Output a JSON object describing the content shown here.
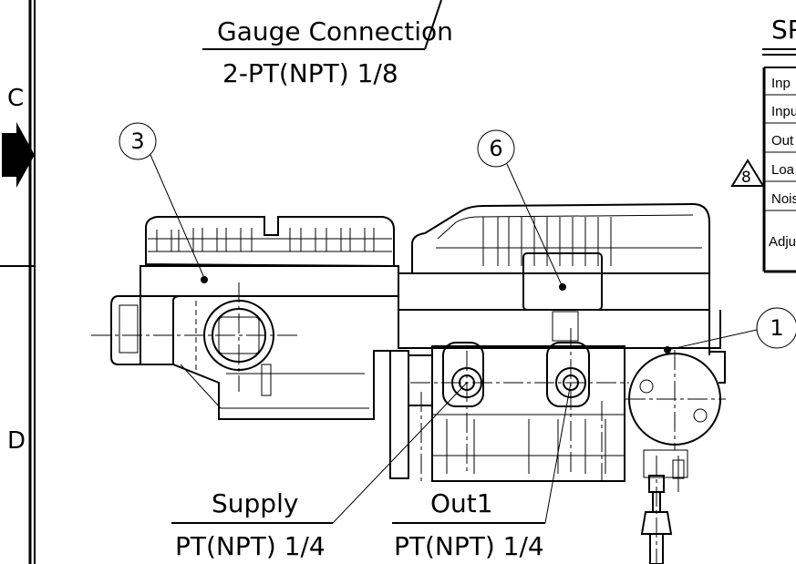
{
  "border": {
    "zone_c": "C",
    "zone_d": "D"
  },
  "annotations": {
    "gauge": {
      "title": "Gauge Connection",
      "spec": "2-PT(NPT) 1/8"
    },
    "supply": {
      "title": "Supply",
      "spec": "PT(NPT) 1/4"
    },
    "out1": {
      "title": "Out1",
      "spec": "PT(NPT) 1/4"
    }
  },
  "callouts": {
    "c3": "3",
    "c6": "6",
    "c1": "1",
    "rev8": "8"
  },
  "spec_table": {
    "heading": "SP",
    "rows": [
      "Inp",
      "Inpu",
      "Out",
      "Loa",
      "Nois",
      "Adju"
    ]
  }
}
